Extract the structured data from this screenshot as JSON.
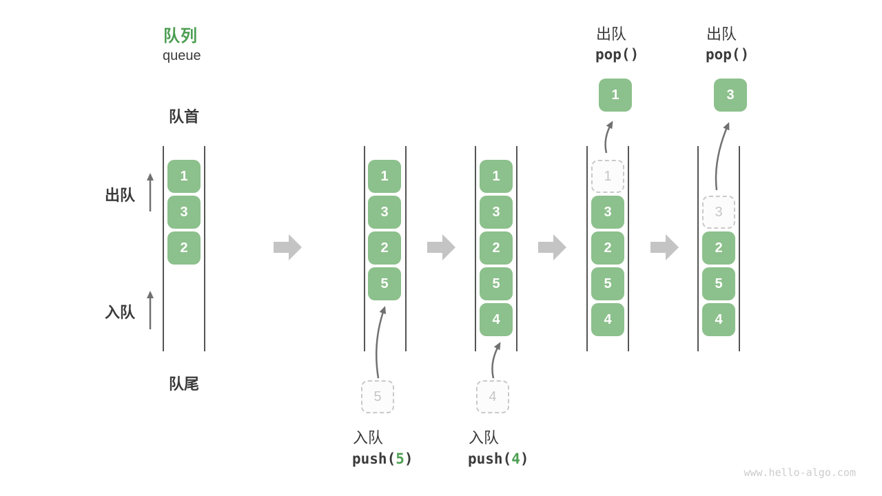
{
  "title": {
    "zh": "队列",
    "en": "queue"
  },
  "labels": {
    "front": "队首",
    "rear": "队尾",
    "dequeue": "出队",
    "enqueue": "入队"
  },
  "colors": {
    "accent_green": "#4c9e52",
    "box_fill_green": "#8cc08c",
    "box_text": "#ffffff",
    "wall_gray": "#545454",
    "big_arrow_gray": "#c4c4c4",
    "thin_arrow_gray": "#707070",
    "dashed_box_border": "#c9c9c9",
    "dashed_box_text": "#c6c6c6",
    "text_dark": "#3b3b3b",
    "watermark_gray": "#cccccc"
  },
  "states": [
    {
      "cells": [
        {
          "value": "1"
        },
        {
          "value": "3"
        },
        {
          "value": "2"
        }
      ]
    },
    {
      "cells": [
        {
          "value": "1"
        },
        {
          "value": "3"
        },
        {
          "value": "2"
        },
        {
          "value": "5"
        }
      ],
      "incoming": {
        "value": "5"
      },
      "operation": {
        "label": "入队",
        "code_prefix": "push(",
        "code_arg": "5",
        "code_suffix": ")"
      }
    },
    {
      "cells": [
        {
          "value": "1"
        },
        {
          "value": "3"
        },
        {
          "value": "2"
        },
        {
          "value": "5"
        },
        {
          "value": "4"
        }
      ],
      "incoming": {
        "value": "4"
      },
      "operation": {
        "label": "入队",
        "code_prefix": "push(",
        "code_arg": "4",
        "code_suffix": ")"
      }
    },
    {
      "ghost": {
        "value": "1"
      },
      "cells": [
        {
          "value": "3"
        },
        {
          "value": "2"
        },
        {
          "value": "5"
        },
        {
          "value": "4"
        }
      ],
      "popped": {
        "value": "1"
      },
      "operation": {
        "label": "出队",
        "code": "pop()"
      }
    },
    {
      "ghost": {
        "value": "3"
      },
      "cells": [
        {
          "value": "2"
        },
        {
          "value": "5"
        },
        {
          "value": "4"
        }
      ],
      "popped": {
        "value": "3"
      },
      "operation": {
        "label": "出队",
        "code": "pop()"
      }
    }
  ],
  "watermark": "www.hello-algo.com"
}
